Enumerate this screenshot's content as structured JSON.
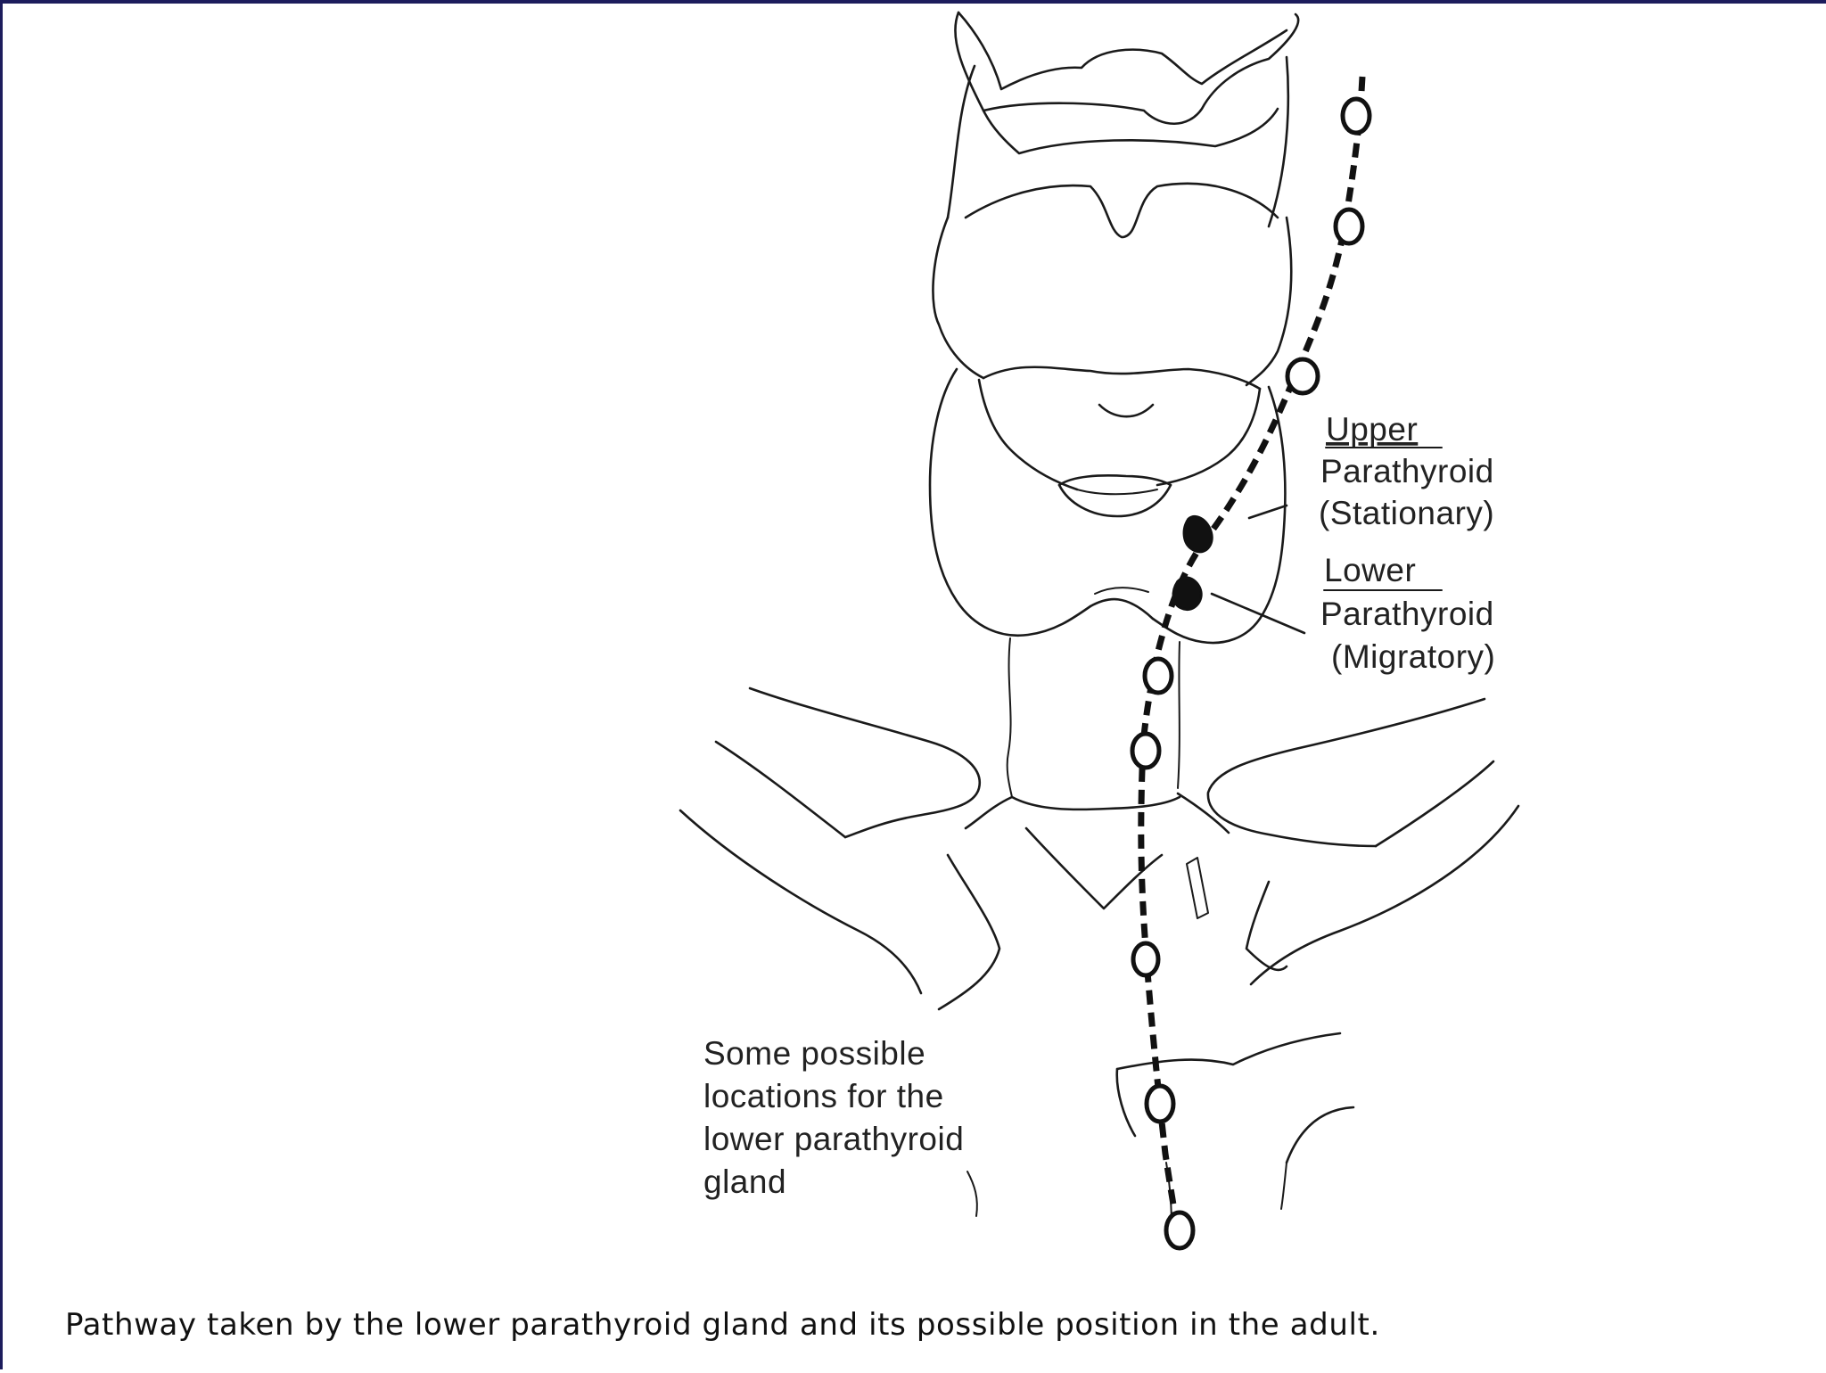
{
  "labels": {
    "upper_title": "Upper",
    "upper_line2": "Parathyroid",
    "upper_line3": "(Stationary)",
    "lower_title": "Lower",
    "lower_line2": "Parathyroid",
    "lower_line3": "(Migratory)",
    "possible_line1": "Some possible",
    "possible_line2": "locations for the",
    "possible_line3": "lower parathyroid",
    "possible_line4": "gland"
  },
  "caption": "Pathway taken by the lower parathyroid gland and its possible position in the adult.",
  "colors": {
    "frame": "#1c1c5c",
    "ink": "#1a1a1a",
    "background": "#ffffff"
  }
}
